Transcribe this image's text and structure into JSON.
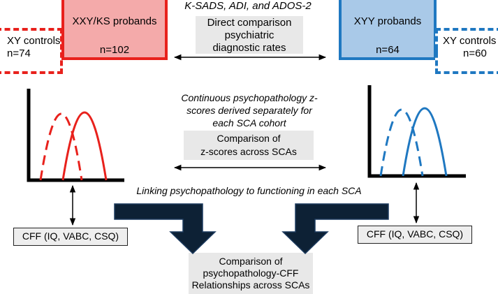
{
  "top": {
    "instruments": "K-SADS, ADI, and ADOS-2",
    "comparison_line1": "Direct comparison",
    "comparison_line2": "psychiatric",
    "comparison_line3": "diagnostic rates"
  },
  "left_group": {
    "controls_label": "XY controls",
    "controls_n": "n=74",
    "probands_label": "XXY/KS probands",
    "probands_n": "n=102"
  },
  "right_group": {
    "probands_label": "XYY probands",
    "probands_n": "n=64",
    "controls_label": "XY controls",
    "controls_n": "n=60"
  },
  "middle": {
    "zscore_line1": "Continuous psychopathology z-",
    "zscore_line2": "scores derived separately for",
    "zscore_line3": "each SCA cohort",
    "compare_line1": "Comparison of",
    "compare_line2": "z-scores across SCAs"
  },
  "linking": "Linking psychopathology to functioning in each SCA",
  "cff_left": "CFF (IQ, VABC, CSQ)",
  "cff_right": "CFF (IQ, VABC, CSQ)",
  "bottom": {
    "line1": "Comparison of",
    "line2": "psychopathology-CFF",
    "line3": "Relationships across SCAs"
  },
  "colors": {
    "red": "#e8211c",
    "blue": "#1f78c1",
    "red_fill": "#f4aaaa",
    "blue_fill": "#a9c9e8",
    "grey": "#e8e8e8",
    "arrow_dark": "#0d2135"
  }
}
